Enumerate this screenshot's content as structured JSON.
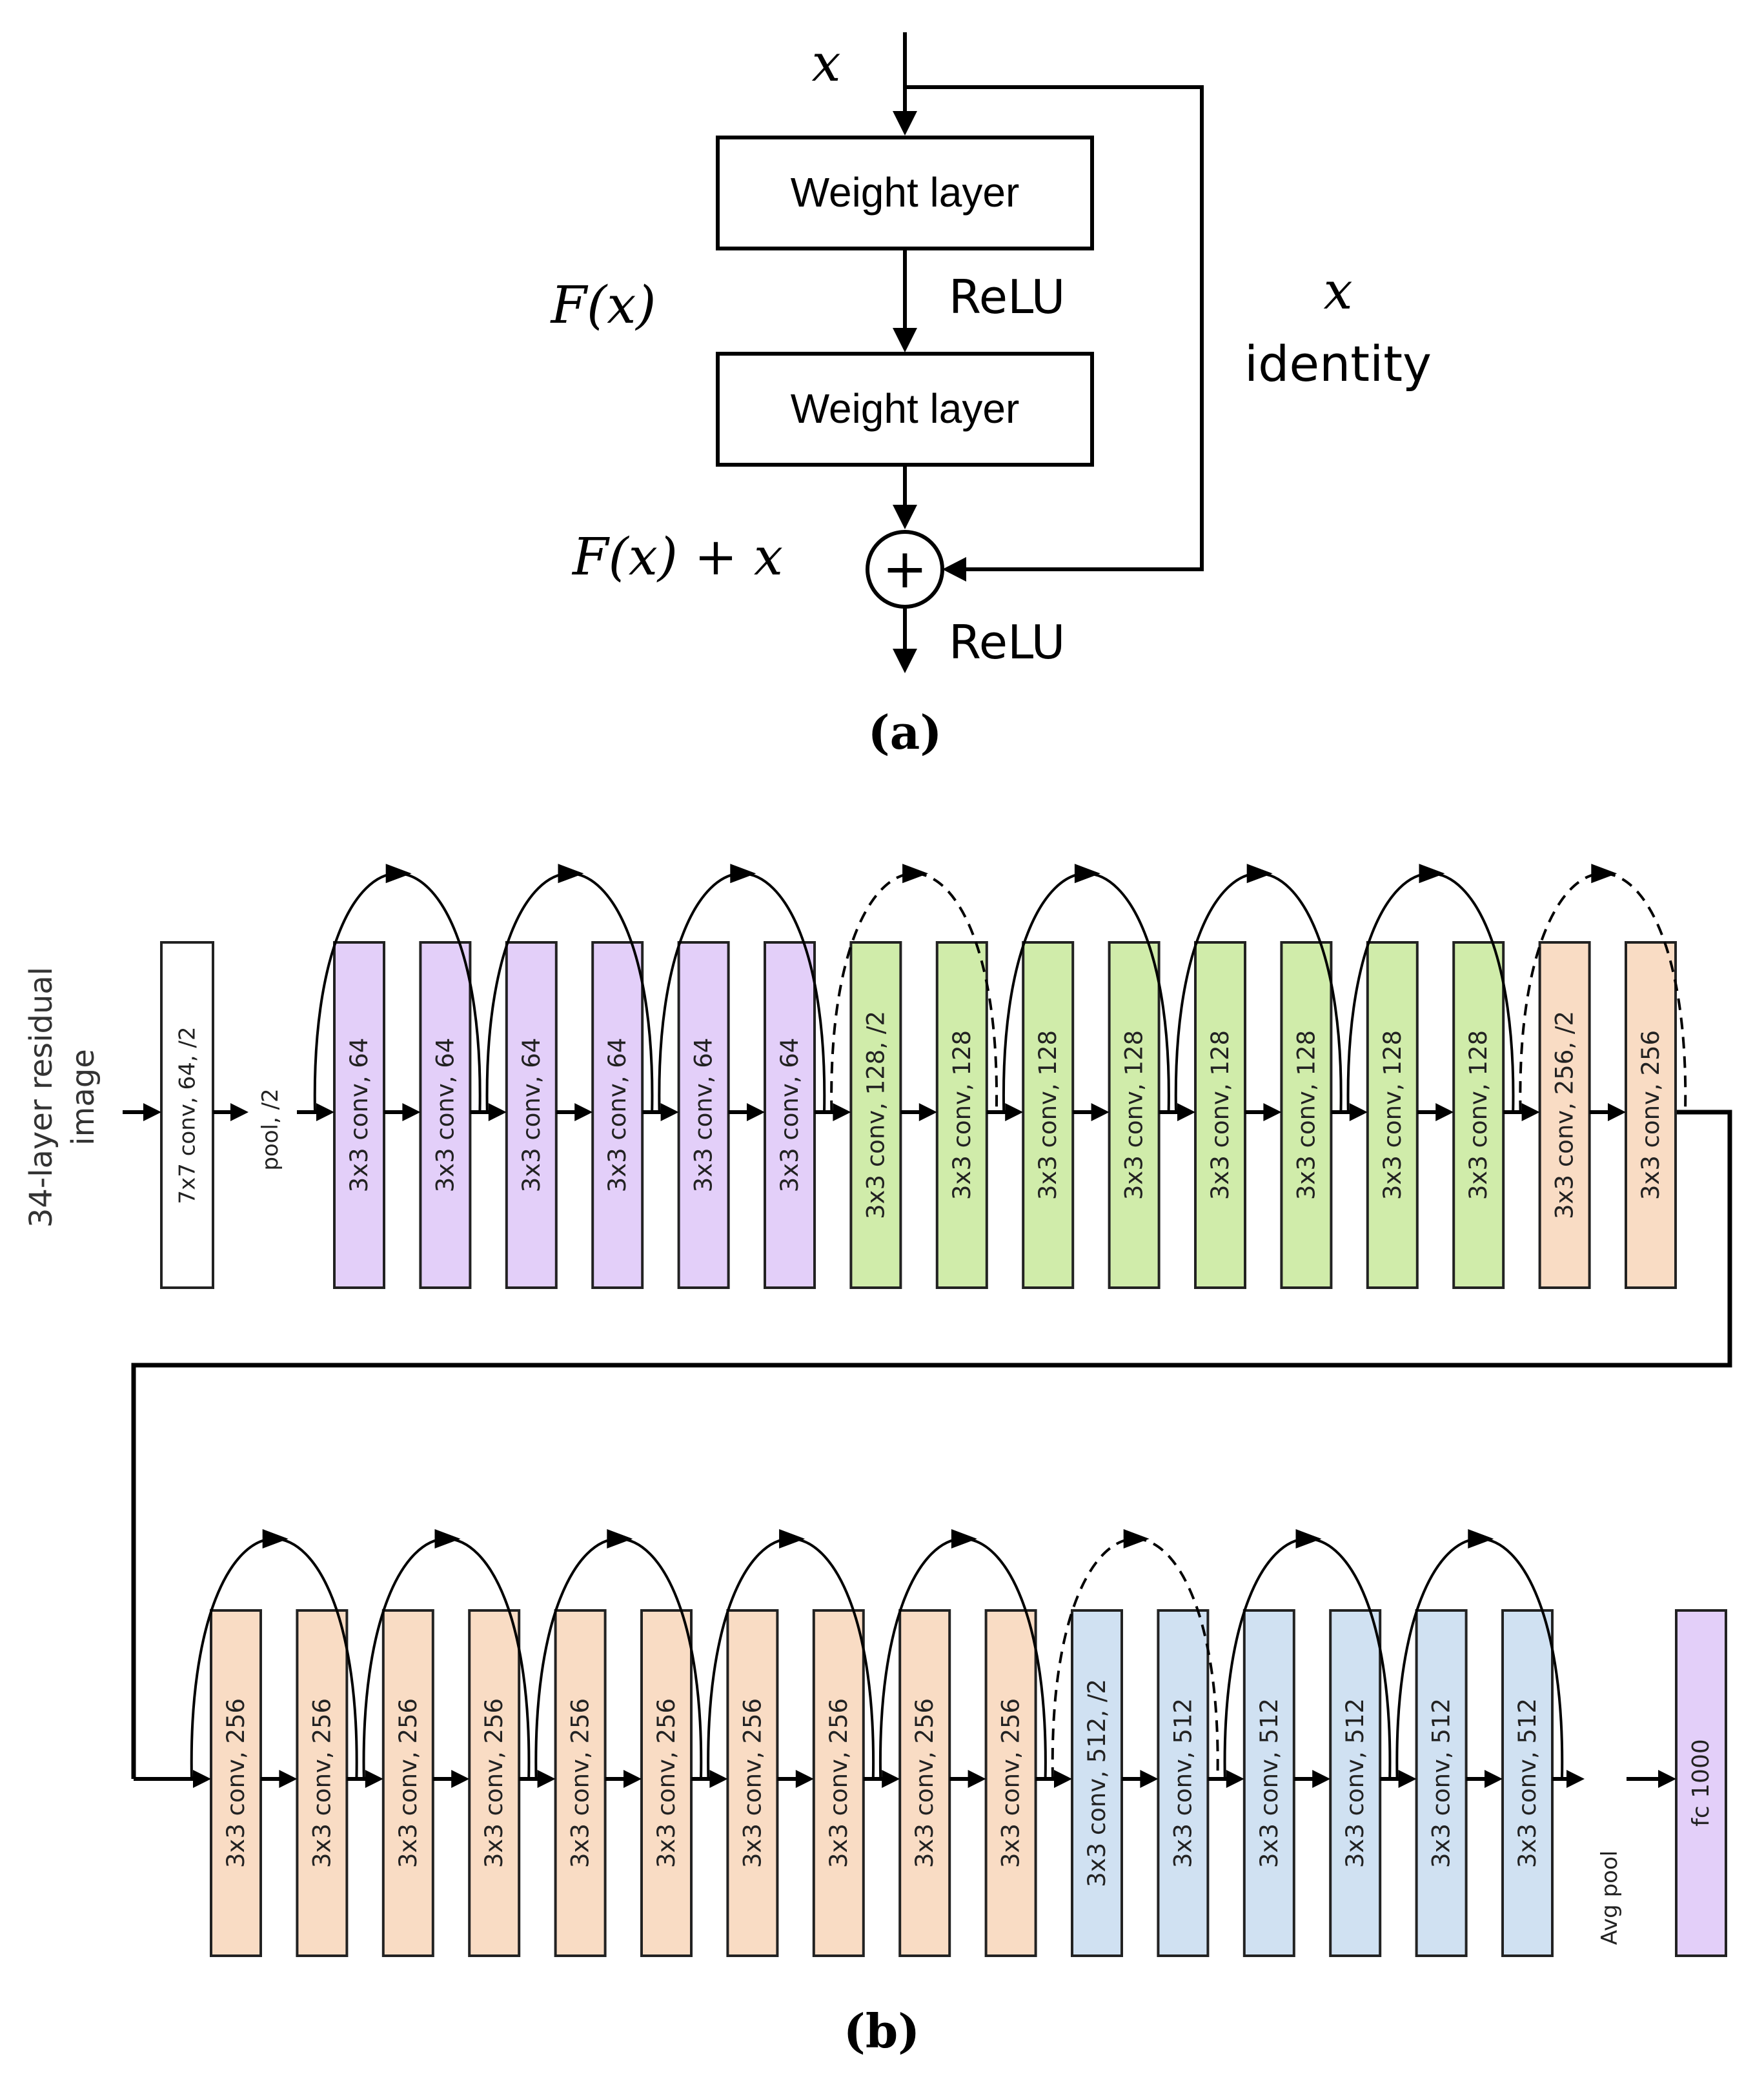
{
  "panel_a": {
    "input_label": "x",
    "weight_layer_1": "Weight layer",
    "weight_layer_2": "Weight layer",
    "relu_mid": "ReLU",
    "relu_out": "ReLU",
    "fx_label": "F(x)",
    "sum_label": "F(x) + x",
    "shortcut_x": "x",
    "identity_label": "identity",
    "plus_symbol": "+",
    "caption": "(a)"
  },
  "panel_b": {
    "side_label_line1": "34-layer residual",
    "side_label_line2": "image",
    "first_conv": "7x7 conv, 64, /2",
    "pool_label": "pool, /2",
    "avg_pool_label": "Avg pool",
    "fc_label": "fc 1000",
    "caption": "(b)",
    "colors": {
      "c64": "#e3cff9",
      "c128": "#d0ecaa",
      "c256": "#f9dcc4",
      "c512": "#d0e1f2",
      "fc": "#e3cff9",
      "first": "#ffffff"
    },
    "row1": [
      {
        "label": "3x3 conv, 64",
        "color": "c64"
      },
      {
        "label": "3x3 conv, 64",
        "color": "c64"
      },
      {
        "label": "3x3 conv, 64",
        "color": "c64"
      },
      {
        "label": "3x3 conv, 64",
        "color": "c64"
      },
      {
        "label": "3x3 conv, 64",
        "color": "c64"
      },
      {
        "label": "3x3 conv, 64",
        "color": "c64"
      },
      {
        "label": "3x3 conv, 128, /2",
        "color": "c128"
      },
      {
        "label": "3x3 conv, 128",
        "color": "c128"
      },
      {
        "label": "3x3 conv, 128",
        "color": "c128"
      },
      {
        "label": "3x3 conv, 128",
        "color": "c128"
      },
      {
        "label": "3x3 conv, 128",
        "color": "c128"
      },
      {
        "label": "3x3 conv, 128",
        "color": "c128"
      },
      {
        "label": "3x3 conv, 128",
        "color": "c128"
      },
      {
        "label": "3x3 conv, 128",
        "color": "c128"
      },
      {
        "label": "3x3 conv, 256, /2",
        "color": "c256"
      },
      {
        "label": "3x3 conv, 256",
        "color": "c256"
      }
    ],
    "row2": [
      {
        "label": "3x3 conv, 256",
        "color": "c256"
      },
      {
        "label": "3x3 conv, 256",
        "color": "c256"
      },
      {
        "label": "3x3 conv, 256",
        "color": "c256"
      },
      {
        "label": "3x3 conv, 256",
        "color": "c256"
      },
      {
        "label": "3x3 conv, 256",
        "color": "c256"
      },
      {
        "label": "3x3 conv, 256",
        "color": "c256"
      },
      {
        "label": "3x3 conv, 256",
        "color": "c256"
      },
      {
        "label": "3x3 conv, 256",
        "color": "c256"
      },
      {
        "label": "3x3 conv, 256",
        "color": "c256"
      },
      {
        "label": "3x3 conv, 256",
        "color": "c256"
      },
      {
        "label": "3x3 conv, 512, /2",
        "color": "c512"
      },
      {
        "label": "3x3 conv, 512",
        "color": "c512"
      },
      {
        "label": "3x3 conv, 512",
        "color": "c512"
      },
      {
        "label": "3x3 conv, 512",
        "color": "c512"
      },
      {
        "label": "3x3 conv, 512",
        "color": "c512"
      },
      {
        "label": "3x3 conv, 512",
        "color": "c512"
      }
    ],
    "row1_skip_dashed": [
      false,
      false,
      false,
      true,
      false,
      false,
      false,
      true
    ],
    "row2_skip_dashed": [
      false,
      false,
      false,
      false,
      false,
      true,
      false,
      false
    ]
  }
}
